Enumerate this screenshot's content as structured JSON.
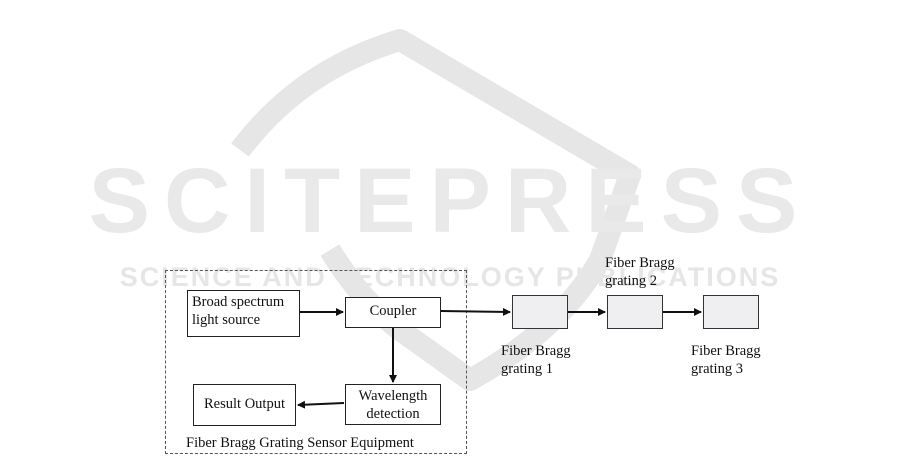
{
  "watermark": {
    "title": "SCITEPRESS",
    "subtitle": "SCIENCE AND TECHNOLOGY PUBLICATIONS"
  },
  "equipment": {
    "label": "Fiber Bragg Grating Sensor Equipment",
    "source": "Broad spectrum\nlight source",
    "coupler": "Coupler",
    "detection": "Wavelength\ndetection",
    "output": "Result Output"
  },
  "gratings": [
    {
      "label": "Fiber Bragg\ngrating 1"
    },
    {
      "label": "Fiber Bragg\ngrating 2"
    },
    {
      "label": "Fiber Bragg\ngrating 3"
    }
  ]
}
